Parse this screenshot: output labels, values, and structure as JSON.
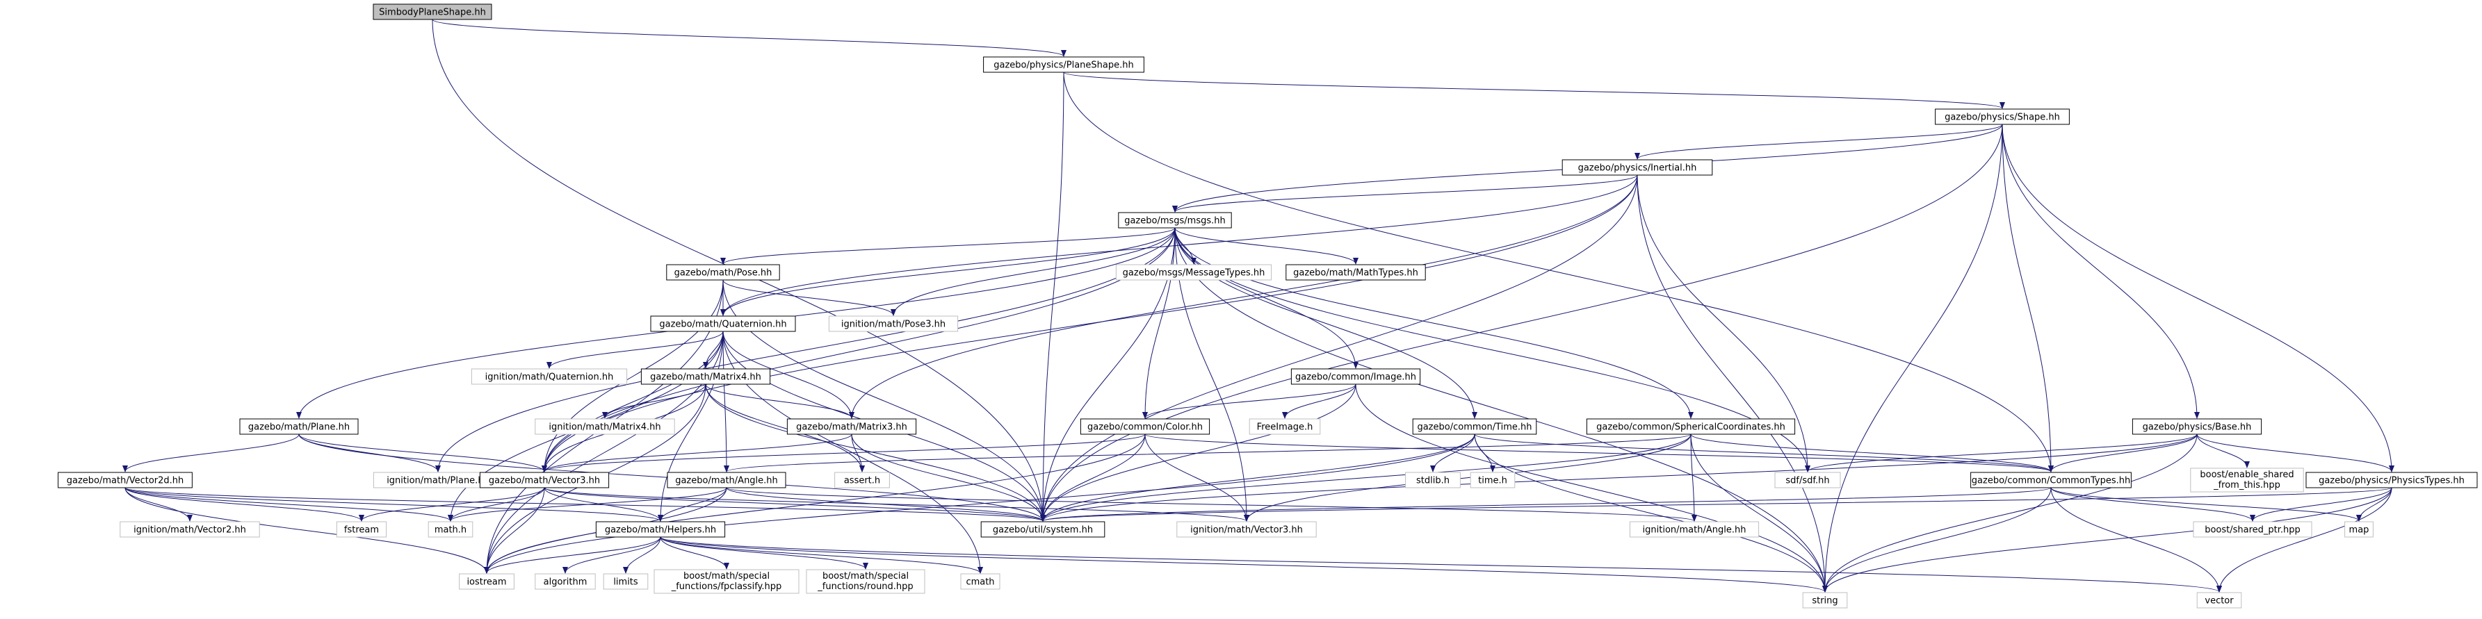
{
  "nodes": [
    {
      "id": "root",
      "label": "SimbodyPlaneShape.hh",
      "kind": "root"
    },
    {
      "id": "planeshape",
      "label": "gazebo/physics/PlaneShape.hh",
      "kind": "local"
    },
    {
      "id": "shape",
      "label": "gazebo/physics/Shape.hh",
      "kind": "local"
    },
    {
      "id": "inertial",
      "label": "gazebo/physics/Inertial.hh",
      "kind": "local"
    },
    {
      "id": "msgs",
      "label": "gazebo/msgs/msgs.hh",
      "kind": "local"
    },
    {
      "id": "pose",
      "label": "gazebo/math/Pose.hh",
      "kind": "local"
    },
    {
      "id": "msgtypes",
      "label": "gazebo/msgs/MessageTypes.hh",
      "kind": "system"
    },
    {
      "id": "mathtypes",
      "label": "gazebo/math/MathTypes.hh",
      "kind": "local"
    },
    {
      "id": "ignpose3",
      "label": "ignition/math/Pose3.hh",
      "kind": "system"
    },
    {
      "id": "quat",
      "label": "gazebo/math/Quaternion.hh",
      "kind": "local"
    },
    {
      "id": "ignquat",
      "label": "ignition/math/Quaternion.hh",
      "kind": "system"
    },
    {
      "id": "matrix4",
      "label": "gazebo/math/Matrix4.hh",
      "kind": "local"
    },
    {
      "id": "ignmat4",
      "label": "ignition/math/Matrix4.hh",
      "kind": "system"
    },
    {
      "id": "matrix3",
      "label": "gazebo/math/Matrix3.hh",
      "kind": "local"
    },
    {
      "id": "image",
      "label": "gazebo/common/Image.hh",
      "kind": "local"
    },
    {
      "id": "freeimage",
      "label": "FreeImage.h",
      "kind": "system"
    },
    {
      "id": "color",
      "label": "gazebo/common/Color.hh",
      "kind": "local"
    },
    {
      "id": "time",
      "label": "gazebo/common/Time.hh",
      "kind": "local"
    },
    {
      "id": "stdlib",
      "label": "stdlib.h",
      "kind": "system"
    },
    {
      "id": "timeh",
      "label": "time.h",
      "kind": "system"
    },
    {
      "id": "spherical",
      "label": "gazebo/common/SphericalCoordinates.hh",
      "kind": "local"
    },
    {
      "id": "plane",
      "label": "gazebo/math/Plane.hh",
      "kind": "local"
    },
    {
      "id": "ignplane",
      "label": "ignition/math/Plane.hh",
      "kind": "system"
    },
    {
      "id": "vector2d",
      "label": "gazebo/math/Vector2d.hh",
      "kind": "local"
    },
    {
      "id": "ignvec2",
      "label": "ignition/math/Vector2.hh",
      "kind": "system"
    },
    {
      "id": "fstream",
      "label": "fstream",
      "kind": "system"
    },
    {
      "id": "vector3",
      "label": "gazebo/math/Vector3.hh",
      "kind": "local"
    },
    {
      "id": "angle",
      "label": "gazebo/math/Angle.hh",
      "kind": "local"
    },
    {
      "id": "assert",
      "label": "assert.h",
      "kind": "system"
    },
    {
      "id": "mathh",
      "label": "math.h",
      "kind": "system"
    },
    {
      "id": "helpers",
      "label": "gazebo/math/Helpers.hh",
      "kind": "local"
    },
    {
      "id": "system",
      "label": "gazebo/util/system.hh",
      "kind": "local"
    },
    {
      "id": "ignvec3",
      "label": "ignition/math/Vector3.hh",
      "kind": "system"
    },
    {
      "id": "ignangle",
      "label": "ignition/math/Angle.hh",
      "kind": "system"
    },
    {
      "id": "iostream",
      "label": "iostream",
      "kind": "system"
    },
    {
      "id": "algorithm",
      "label": "algorithm",
      "kind": "system"
    },
    {
      "id": "limits",
      "label": "limits",
      "kind": "system"
    },
    {
      "id": "fpclassify",
      "label": "boost/math/special_functions/fpclassify.hpp",
      "kind": "system",
      "lines": [
        "boost/math/special",
        "_functions/fpclassify.hpp"
      ]
    },
    {
      "id": "roundhpp",
      "label": "boost/math/special_functions/round.hpp",
      "kind": "system",
      "lines": [
        "boost/math/special",
        "_functions/round.hpp"
      ]
    },
    {
      "id": "cmath",
      "label": "cmath",
      "kind": "system"
    },
    {
      "id": "string",
      "label": "string",
      "kind": "system"
    },
    {
      "id": "vectorstd",
      "label": "vector",
      "kind": "system"
    },
    {
      "id": "base",
      "label": "gazebo/physics/Base.hh",
      "kind": "local"
    },
    {
      "id": "sdf",
      "label": "sdf/sdf.hh",
      "kind": "system"
    },
    {
      "id": "enableshared",
      "label": "boost/enable_shared_from_this.hpp",
      "kind": "system",
      "lines": [
        "boost/enable_shared",
        "_from_this.hpp"
      ]
    },
    {
      "id": "physicstypes",
      "label": "gazebo/physics/PhysicsTypes.hh",
      "kind": "local"
    },
    {
      "id": "commontypes",
      "label": "gazebo/common/CommonTypes.hh",
      "kind": "local"
    },
    {
      "id": "sharedptr",
      "label": "boost/shared_ptr.hpp",
      "kind": "system"
    },
    {
      "id": "map",
      "label": "map",
      "kind": "system"
    }
  ],
  "edges": [
    [
      "root",
      "planeshape"
    ],
    [
      "root",
      "system"
    ],
    [
      "planeshape",
      "shape"
    ],
    [
      "planeshape",
      "commontypes"
    ],
    [
      "planeshape",
      "system"
    ],
    [
      "shape",
      "inertial"
    ],
    [
      "shape",
      "msgs"
    ],
    [
      "shape",
      "base"
    ],
    [
      "shape",
      "physicstypes"
    ],
    [
      "shape",
      "commontypes"
    ],
    [
      "shape",
      "string"
    ],
    [
      "shape",
      "system"
    ],
    [
      "inertial",
      "msgs"
    ],
    [
      "inertial",
      "quat"
    ],
    [
      "inertial",
      "matrix3"
    ],
    [
      "inertial",
      "vector3"
    ],
    [
      "inertial",
      "system"
    ],
    [
      "inertial",
      "string"
    ],
    [
      "inertial",
      "sdf"
    ],
    [
      "msgs",
      "pose"
    ],
    [
      "msgs",
      "msgtypes"
    ],
    [
      "msgs",
      "mathtypes"
    ],
    [
      "msgs",
      "ignpose3"
    ],
    [
      "msgs",
      "quat"
    ],
    [
      "msgs",
      "plane"
    ],
    [
      "msgs",
      "vector3"
    ],
    [
      "msgs",
      "image"
    ],
    [
      "msgs",
      "color"
    ],
    [
      "msgs",
      "time"
    ],
    [
      "msgs",
      "spherical"
    ],
    [
      "msgs",
      "sdf"
    ],
    [
      "msgs",
      "string"
    ],
    [
      "msgs",
      "ignplane"
    ],
    [
      "msgs",
      "ignvec3"
    ],
    [
      "msgs",
      "system"
    ],
    [
      "pose",
      "quat"
    ],
    [
      "pose",
      "vector3"
    ],
    [
      "pose",
      "ignpose3"
    ],
    [
      "pose",
      "system"
    ],
    [
      "pose",
      "iostream"
    ],
    [
      "quat",
      "ignquat"
    ],
    [
      "quat",
      "matrix4"
    ],
    [
      "quat",
      "matrix3"
    ],
    [
      "quat",
      "vector3"
    ],
    [
      "quat",
      "angle"
    ],
    [
      "quat",
      "helpers"
    ],
    [
      "quat",
      "system"
    ],
    [
      "quat",
      "iostream"
    ],
    [
      "quat",
      "cmath"
    ],
    [
      "quat",
      "mathh"
    ],
    [
      "matrix4",
      "ignmat4"
    ],
    [
      "matrix4",
      "matrix3"
    ],
    [
      "matrix4",
      "vector3"
    ],
    [
      "matrix4",
      "assert"
    ],
    [
      "matrix4",
      "system"
    ],
    [
      "matrix4",
      "iostream"
    ],
    [
      "matrix3",
      "vector3"
    ],
    [
      "matrix3",
      "assert"
    ],
    [
      "matrix3",
      "system"
    ],
    [
      "image",
      "freeimage"
    ],
    [
      "image",
      "color"
    ],
    [
      "image",
      "system"
    ],
    [
      "image",
      "string"
    ],
    [
      "color",
      "vector3"
    ],
    [
      "color",
      "ignvec3"
    ],
    [
      "color",
      "system"
    ],
    [
      "color",
      "iostream"
    ],
    [
      "color",
      "commontypes"
    ],
    [
      "time",
      "stdlib"
    ],
    [
      "time",
      "timeh"
    ],
    [
      "time",
      "system"
    ],
    [
      "time",
      "iostream"
    ],
    [
      "time",
      "string"
    ],
    [
      "time",
      "commontypes"
    ],
    [
      "spherical",
      "angle"
    ],
    [
      "spherical",
      "commontypes"
    ],
    [
      "spherical",
      "system"
    ],
    [
      "spherical",
      "ignvec3"
    ],
    [
      "spherical",
      "ignangle"
    ],
    [
      "spherical",
      "string"
    ],
    [
      "plane",
      "vector2d"
    ],
    [
      "plane",
      "vector3"
    ],
    [
      "plane",
      "ignplane"
    ],
    [
      "plane",
      "system"
    ],
    [
      "vector2d",
      "ignvec2"
    ],
    [
      "vector2d",
      "fstream"
    ],
    [
      "vector2d",
      "helpers"
    ],
    [
      "vector2d",
      "system"
    ],
    [
      "vector2d",
      "iostream"
    ],
    [
      "vector2d",
      "mathh"
    ],
    [
      "vector3",
      "ignvec3"
    ],
    [
      "vector3",
      "helpers"
    ],
    [
      "vector3",
      "system"
    ],
    [
      "vector3",
      "iostream"
    ],
    [
      "vector3",
      "fstream"
    ],
    [
      "vector3",
      "mathh"
    ],
    [
      "angle",
      "helpers"
    ],
    [
      "angle",
      "ignangle"
    ],
    [
      "angle",
      "system"
    ],
    [
      "angle",
      "iostream"
    ],
    [
      "angle",
      "mathh"
    ],
    [
      "helpers",
      "iostream"
    ],
    [
      "helpers",
      "algorithm"
    ],
    [
      "helpers",
      "limits"
    ],
    [
      "helpers",
      "fpclassify"
    ],
    [
      "helpers",
      "roundhpp"
    ],
    [
      "helpers",
      "cmath"
    ],
    [
      "helpers",
      "string"
    ],
    [
      "helpers",
      "vectorstd"
    ],
    [
      "base",
      "enableshared"
    ],
    [
      "base",
      "sdf"
    ],
    [
      "base",
      "commontypes"
    ],
    [
      "base",
      "physicstypes"
    ],
    [
      "base",
      "system"
    ],
    [
      "base",
      "string"
    ],
    [
      "physicstypes",
      "sharedptr"
    ],
    [
      "physicstypes",
      "map"
    ],
    [
      "physicstypes",
      "string"
    ],
    [
      "physicstypes",
      "vectorstd"
    ],
    [
      "physicstypes",
      "system"
    ],
    [
      "commontypes",
      "sharedptr"
    ],
    [
      "commontypes",
      "map"
    ],
    [
      "commontypes",
      "string"
    ],
    [
      "commontypes",
      "vectorstd"
    ],
    [
      "commontypes",
      "system"
    ]
  ],
  "colors": {
    "edge": "#191970",
    "root_fill": "#bfbfbf",
    "local_border": "#000000",
    "system_border": "#bfbfbf",
    "text": "#000000"
  }
}
